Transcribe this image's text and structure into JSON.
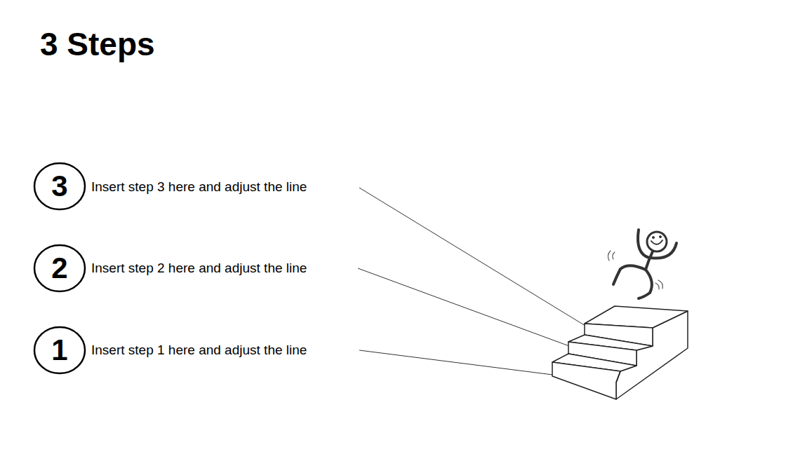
{
  "diagram": {
    "title": "3 Steps",
    "nodes": [
      {
        "text": [
          "3"
        ]
      },
      {
        "text": [
          "2"
        ]
      },
      {
        "text": [
          "1"
        ]
      }
    ],
    "labels": [
      "Insert step 3 here and adjust the line",
      "Insert step 2 here and adjust the line",
      "Insert step 1 here and adjust the line"
    ]
  }
}
